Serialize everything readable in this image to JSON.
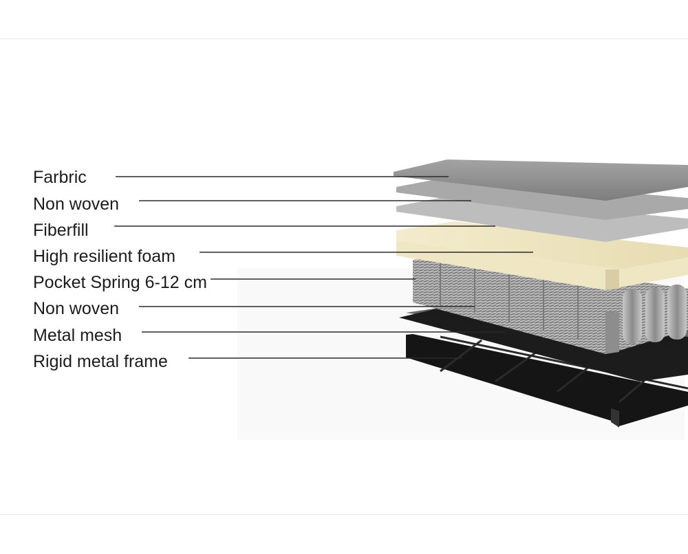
{
  "layers": [
    {
      "label": "Farbric"
    },
    {
      "label": "Non woven"
    },
    {
      "label": "Fiberfill"
    },
    {
      "label": "High resilient foam"
    },
    {
      "label": "Pocket Spring 6-12 cm"
    },
    {
      "label": "Non woven"
    },
    {
      "label": "Metal mesh"
    },
    {
      "label": "Rigid metal frame"
    }
  ],
  "colors": {
    "fabric": "#8e8e8e",
    "nonwoven": "#a9a9a9",
    "fiberfill": "#bdbdbd",
    "foam": "#efe6c4",
    "spring": "#9a9a9a",
    "mesh": "#1c1c1c",
    "frame": "#151515",
    "line": "#2a2a2a"
  }
}
